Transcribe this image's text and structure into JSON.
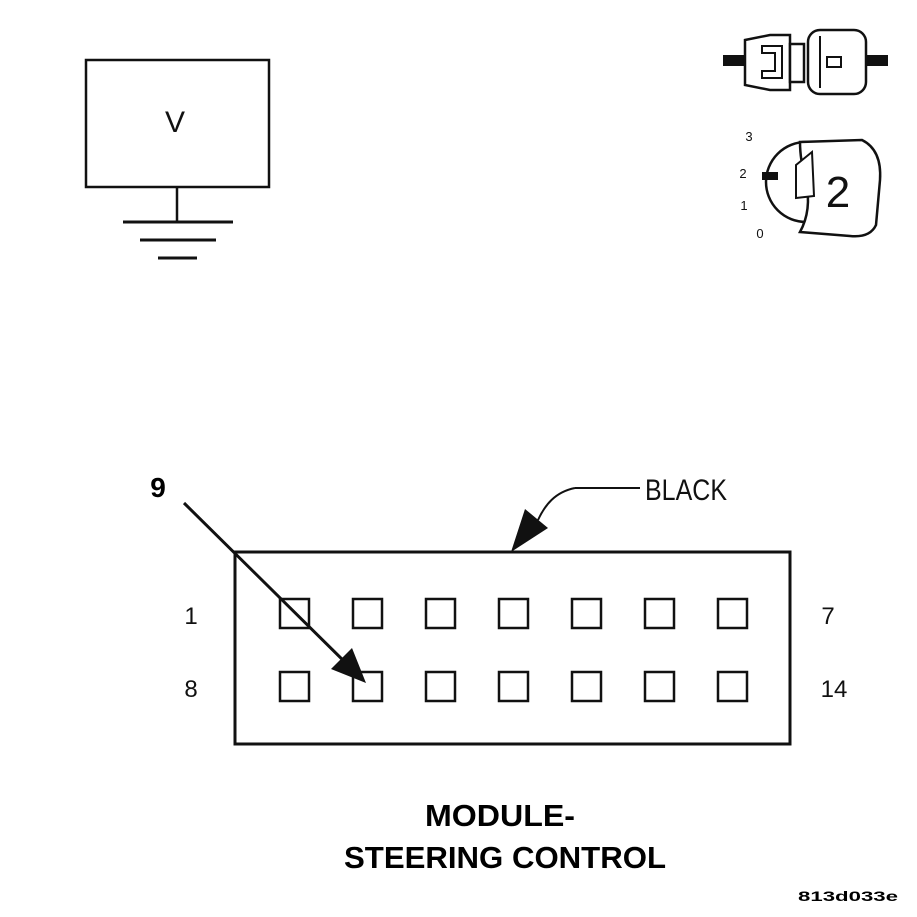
{
  "voltmeter": {
    "symbol": "V"
  },
  "ignition_switch": {
    "positions": [
      "3",
      "2",
      "1",
      "0"
    ],
    "selected": "2"
  },
  "connector": {
    "color_label": "BLACK",
    "pin_callout": "9",
    "row1_first": "1",
    "row1_last": "7",
    "row2_first": "8",
    "row2_last": "14",
    "pins_per_row": 7,
    "highlighted_pin": 9
  },
  "title": {
    "line1": "MODULE-",
    "line2": "STEERING CONTROL"
  },
  "figure_code": "813d033e",
  "colors": {
    "ink": "#111111",
    "background": "#ffffff"
  }
}
